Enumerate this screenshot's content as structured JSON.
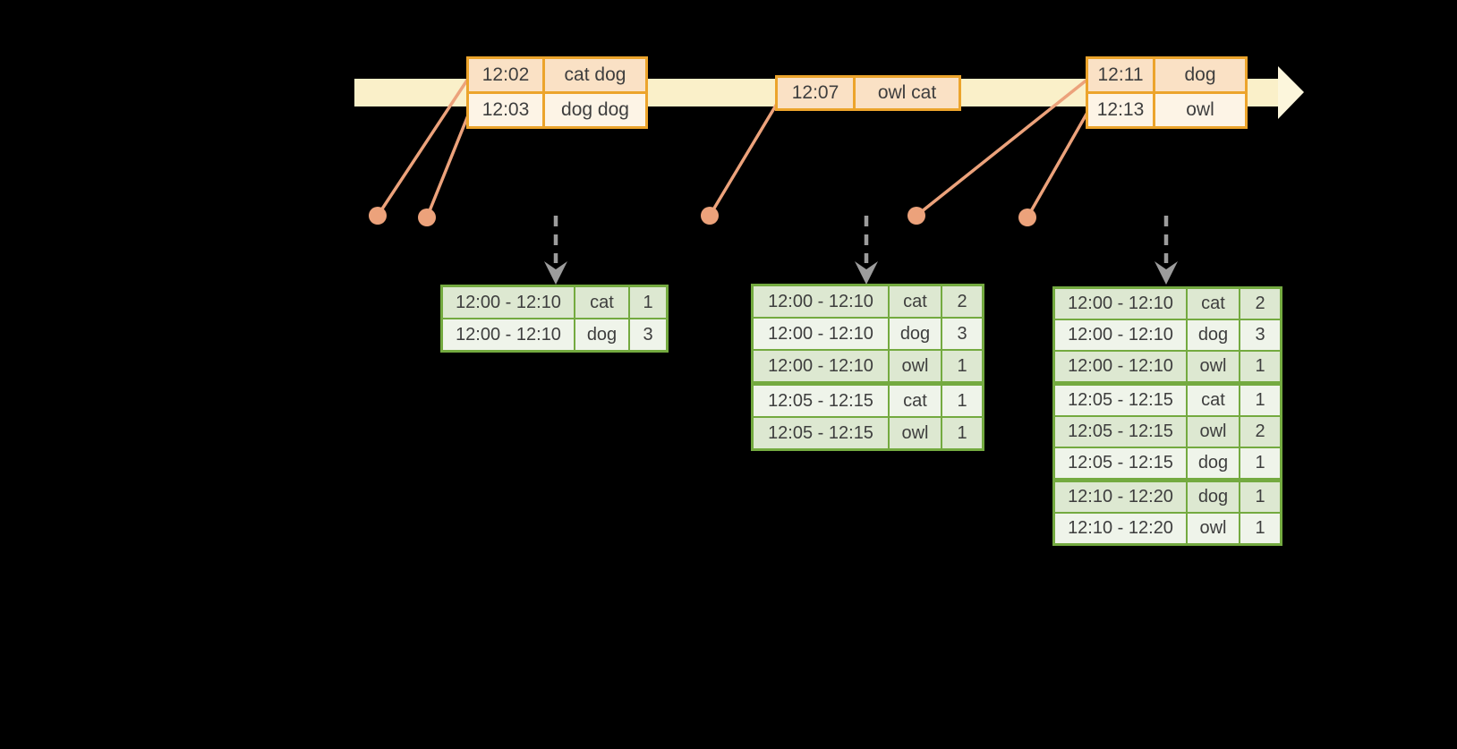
{
  "colors": {
    "background": "#000000",
    "timeline-band": "#FAF0C9",
    "timeline-head": "#FCF6DC",
    "gold-border": "#ECA42C",
    "peach-fill": "#FAE1C5",
    "cream-fill": "#FDF4E6",
    "salmon": "#ECA27B",
    "gray-arrow": "#9C9C9C",
    "green-border": "#74AA40",
    "green-dark": "#DDE8D1",
    "green-light": "#EFF4EA",
    "text": "#3E3E3E"
  },
  "icons": {
    "timeline-arrow": "right-arrow-band",
    "event-dot": "filled-circle",
    "event-connector": "diagonal-line",
    "trigger-arrow": "dashed-down-arrow"
  },
  "event_tables": [
    {
      "rows": [
        [
          "12:02",
          "cat dog"
        ],
        [
          "12:03",
          "dog dog"
        ]
      ]
    },
    {
      "rows": [
        [
          "12:07",
          "owl cat"
        ]
      ]
    },
    {
      "rows": [
        [
          "12:11",
          "dog"
        ],
        [
          "12:13",
          "owl"
        ]
      ]
    }
  ],
  "result_tables": [
    {
      "rows": [
        [
          "12:00 - 12:10",
          "cat",
          "1"
        ],
        [
          "12:00 - 12:10",
          "dog",
          "3"
        ]
      ]
    },
    {
      "rows": [
        [
          "12:00 - 12:10",
          "cat",
          "2"
        ],
        [
          "12:00 - 12:10",
          "dog",
          "3"
        ],
        [
          "12:00 - 12:10",
          "owl",
          "1"
        ],
        [
          "12:05 - 12:15",
          "cat",
          "1"
        ],
        [
          "12:05 - 12:15",
          "owl",
          "1"
        ]
      ]
    },
    {
      "rows": [
        [
          "12:00 - 12:10",
          "cat",
          "2"
        ],
        [
          "12:00 - 12:10",
          "dog",
          "3"
        ],
        [
          "12:00 - 12:10",
          "owl",
          "1"
        ],
        [
          "12:05 - 12:15",
          "cat",
          "1"
        ],
        [
          "12:05 - 12:15",
          "owl",
          "2"
        ],
        [
          "12:05 - 12:15",
          "dog",
          "1"
        ],
        [
          "12:10 - 12:20",
          "dog",
          "1"
        ],
        [
          "12:10 - 12:20",
          "owl",
          "1"
        ]
      ]
    }
  ]
}
